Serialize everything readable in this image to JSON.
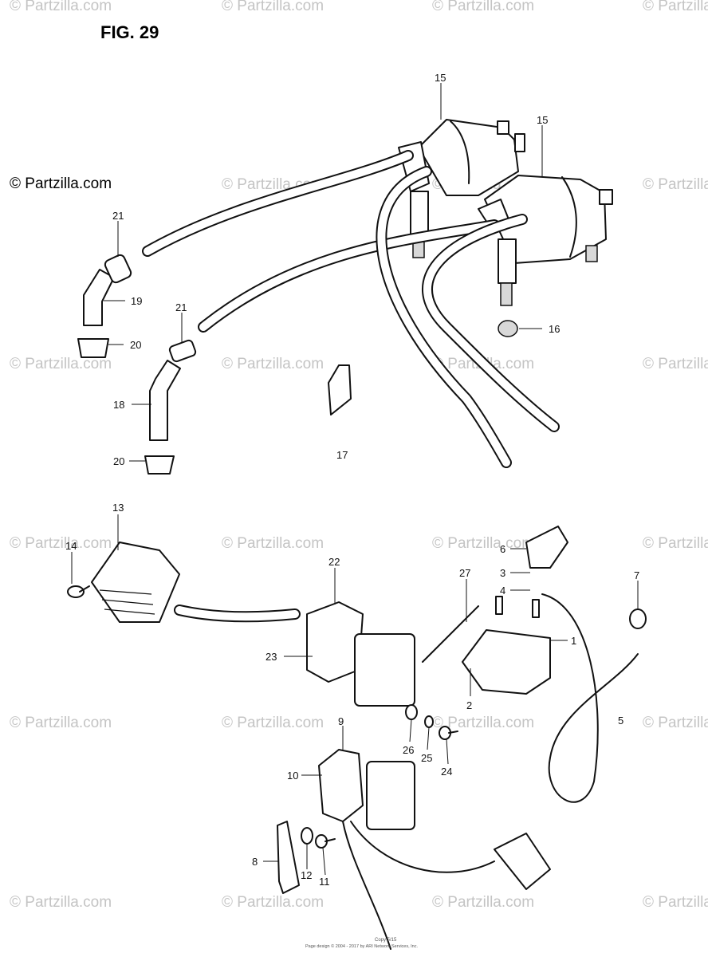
{
  "figure_title": "FIG. 29",
  "brand_notice": "© Partzilla.com",
  "watermark": "© Partzilla.com",
  "callouts": {
    "c1": "1",
    "c2": "2",
    "c3": "3",
    "c4": "4",
    "c5": "5",
    "c6": "6",
    "c7": "7",
    "c8": "8",
    "c9": "9",
    "c10": "10",
    "c11": "11",
    "c12": "12",
    "c13": "13",
    "c14": "14",
    "c15a": "15",
    "c15b": "15",
    "c16": "16",
    "c17": "17",
    "c18": "18",
    "c19": "19",
    "c20a": "20",
    "c20b": "20",
    "c21a": "21",
    "c21b": "21",
    "c22": "22",
    "c23": "23",
    "c24": "24",
    "c25": "25",
    "c26": "26",
    "c27": "27"
  },
  "footer_code": "Copy 5/15",
  "footer_notice": "Page design © 2004 - 2017 by ARI Network Services, Inc."
}
